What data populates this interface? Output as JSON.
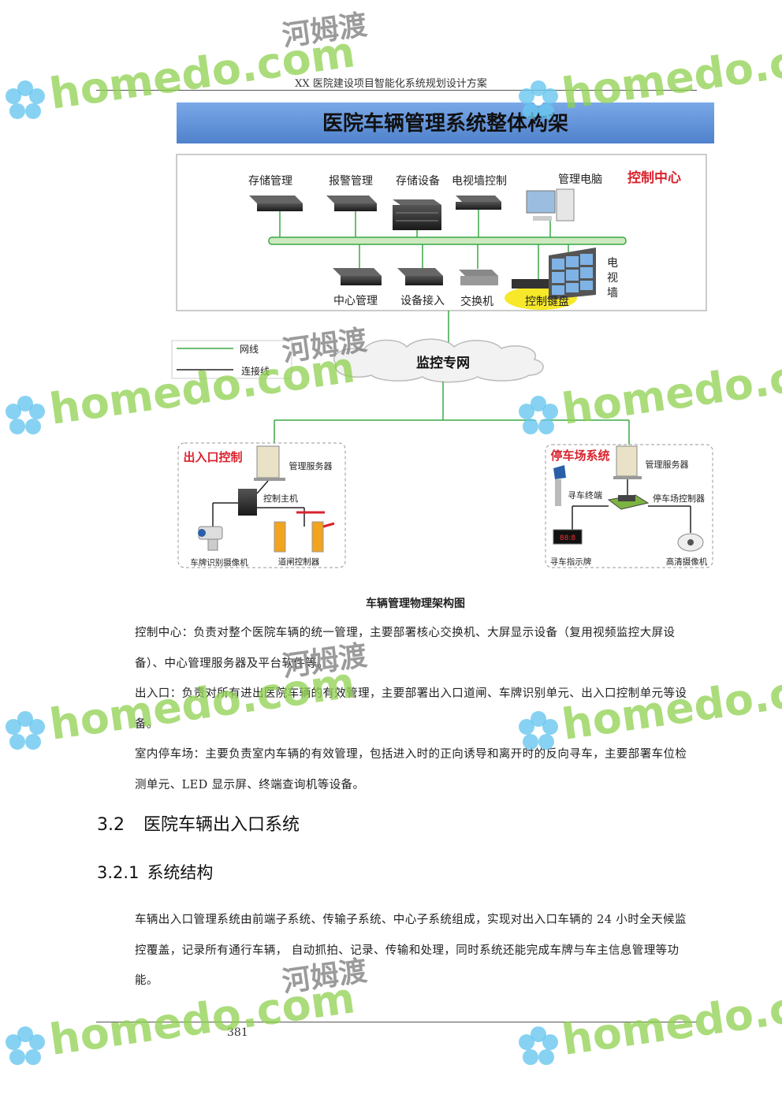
{
  "header": {
    "title": "XX 医院建设项目智能化系统规划设计方案"
  },
  "figure": {
    "banner": "医院车辆管理系统整体构架",
    "control_center": {
      "title": "控制中心",
      "devices_top": [
        "存储管理",
        "报警管理",
        "存储设备",
        "电视墙控制",
        "管理电脑"
      ],
      "devices_bottom": [
        "中心管理",
        "设备接入",
        "交换机",
        "控制键盘"
      ],
      "tv_wall": [
        "电",
        "视",
        "墙"
      ]
    },
    "legend": {
      "net": "网线",
      "link": "连接线"
    },
    "network": "监控专网",
    "entrance": {
      "title": "出入口控制",
      "server": "管理服务器",
      "host": "控制主机",
      "camera": "车牌识别摄像机",
      "gate": "道闸控制器"
    },
    "parking": {
      "title": "停车场系统",
      "server": "管理服务器",
      "terminal": "寻车终端",
      "controller": "停车场控制器",
      "sign": "寻车指示牌",
      "camera": "高清摄像机"
    }
  },
  "caption": "车辆管理物理架构图",
  "paragraphs": [
    "控制中心：负责对整个医院车辆的统一管理，主要部署核心交换机、大屏显示设备（复用视频监控大屏设备）、中心管理服务器及平台软件等。",
    "出入口：负责对所有进出医院车辆的有效管理，主要部署出入口道闸、车牌识别单元、出入口控制单元等设备。",
    "室内停车场：主要负责室内车辆的有效管理，包括进入时的正向诱导和离开时的反向寻车，主要部署车位检测单元、LED 显示屏、终端查询机等设备。"
  ],
  "section": {
    "number": "3.2",
    "title": "医院车辆出入口系统"
  },
  "subsection": {
    "number": "3.2.1",
    "title": "系统结构"
  },
  "body": "车辆出入口管理系统由前端子系统、传输子系统、中心子系统组成，实现对出入口车辆的 24 小时全天候监控覆盖，记录所有通行车辆， 自动抓拍、记录、传输和处理，同时系统还能完成车牌与车主信息管理等功能。",
  "footer": {
    "page": "381"
  },
  "watermark": {
    "brand": "homedo.com",
    "cn": "河姆渡"
  },
  "colors": {
    "banner": "#5b8fd6",
    "line": "#3aa845",
    "accent_red": "#d9232e",
    "watermark": "#8fd14f"
  }
}
